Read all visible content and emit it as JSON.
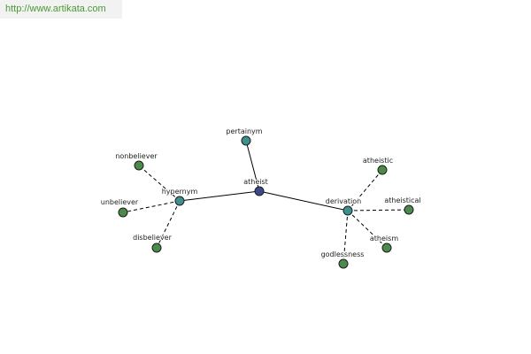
{
  "site_url": "http://www.artikata.com",
  "colors": {
    "center": "#3c4a8c",
    "relation": "#3f8f8f",
    "leaf": "#4b8a4b",
    "banner_text": "#4a9a32",
    "banner_bg": "#f2f2f2"
  },
  "graph": {
    "center": "atheist",
    "relations": [
      {
        "label": "hypernym",
        "words": [
          "nonbeliever",
          "unbeliever",
          "disbeliever"
        ]
      },
      {
        "label": "pertainym",
        "words": []
      },
      {
        "label": "derivation",
        "words": [
          "atheistic",
          "atheistical",
          "atheism",
          "godlessness"
        ]
      }
    ]
  }
}
